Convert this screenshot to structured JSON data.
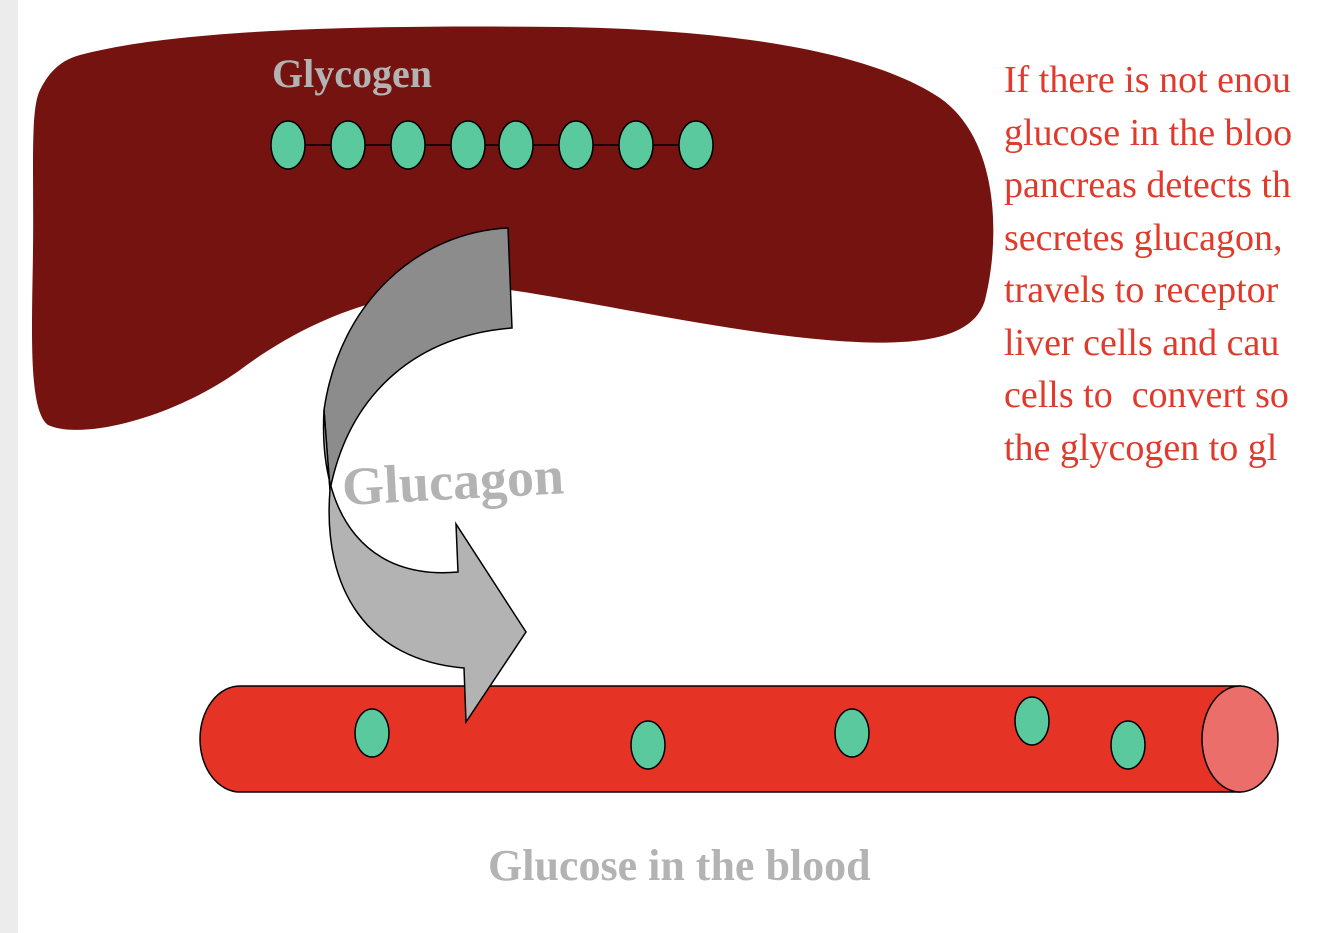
{
  "labels": {
    "glycogen": "Glycogen",
    "glucagon": "Glucagon",
    "blood": "Glucose in the blood"
  },
  "explanation_lines": [
    "If there is not enou",
    "glucose in the bloo",
    "pancreas detects th",
    "secretes glucagon,",
    "travels to receptor",
    "liver cells and cau",
    "cells to  convert so",
    "the glycogen to gl"
  ],
  "colors": {
    "liver": "#74130f",
    "vessel": "#e53426",
    "vessel_end": "#ec6e6a",
    "glucose": "#5ac99d",
    "arrow_dark": "#8c8c8c",
    "arrow_light": "#b3b3b3",
    "label_gray": "#b3b3b3",
    "explanation_text": "#e03a2c"
  },
  "icons": {
    "glucose_molecule": "green-ellipse-icon",
    "arrow": "curved-arrow-icon"
  },
  "glycogen_units": 8,
  "blood_glucose_molecules": 5
}
